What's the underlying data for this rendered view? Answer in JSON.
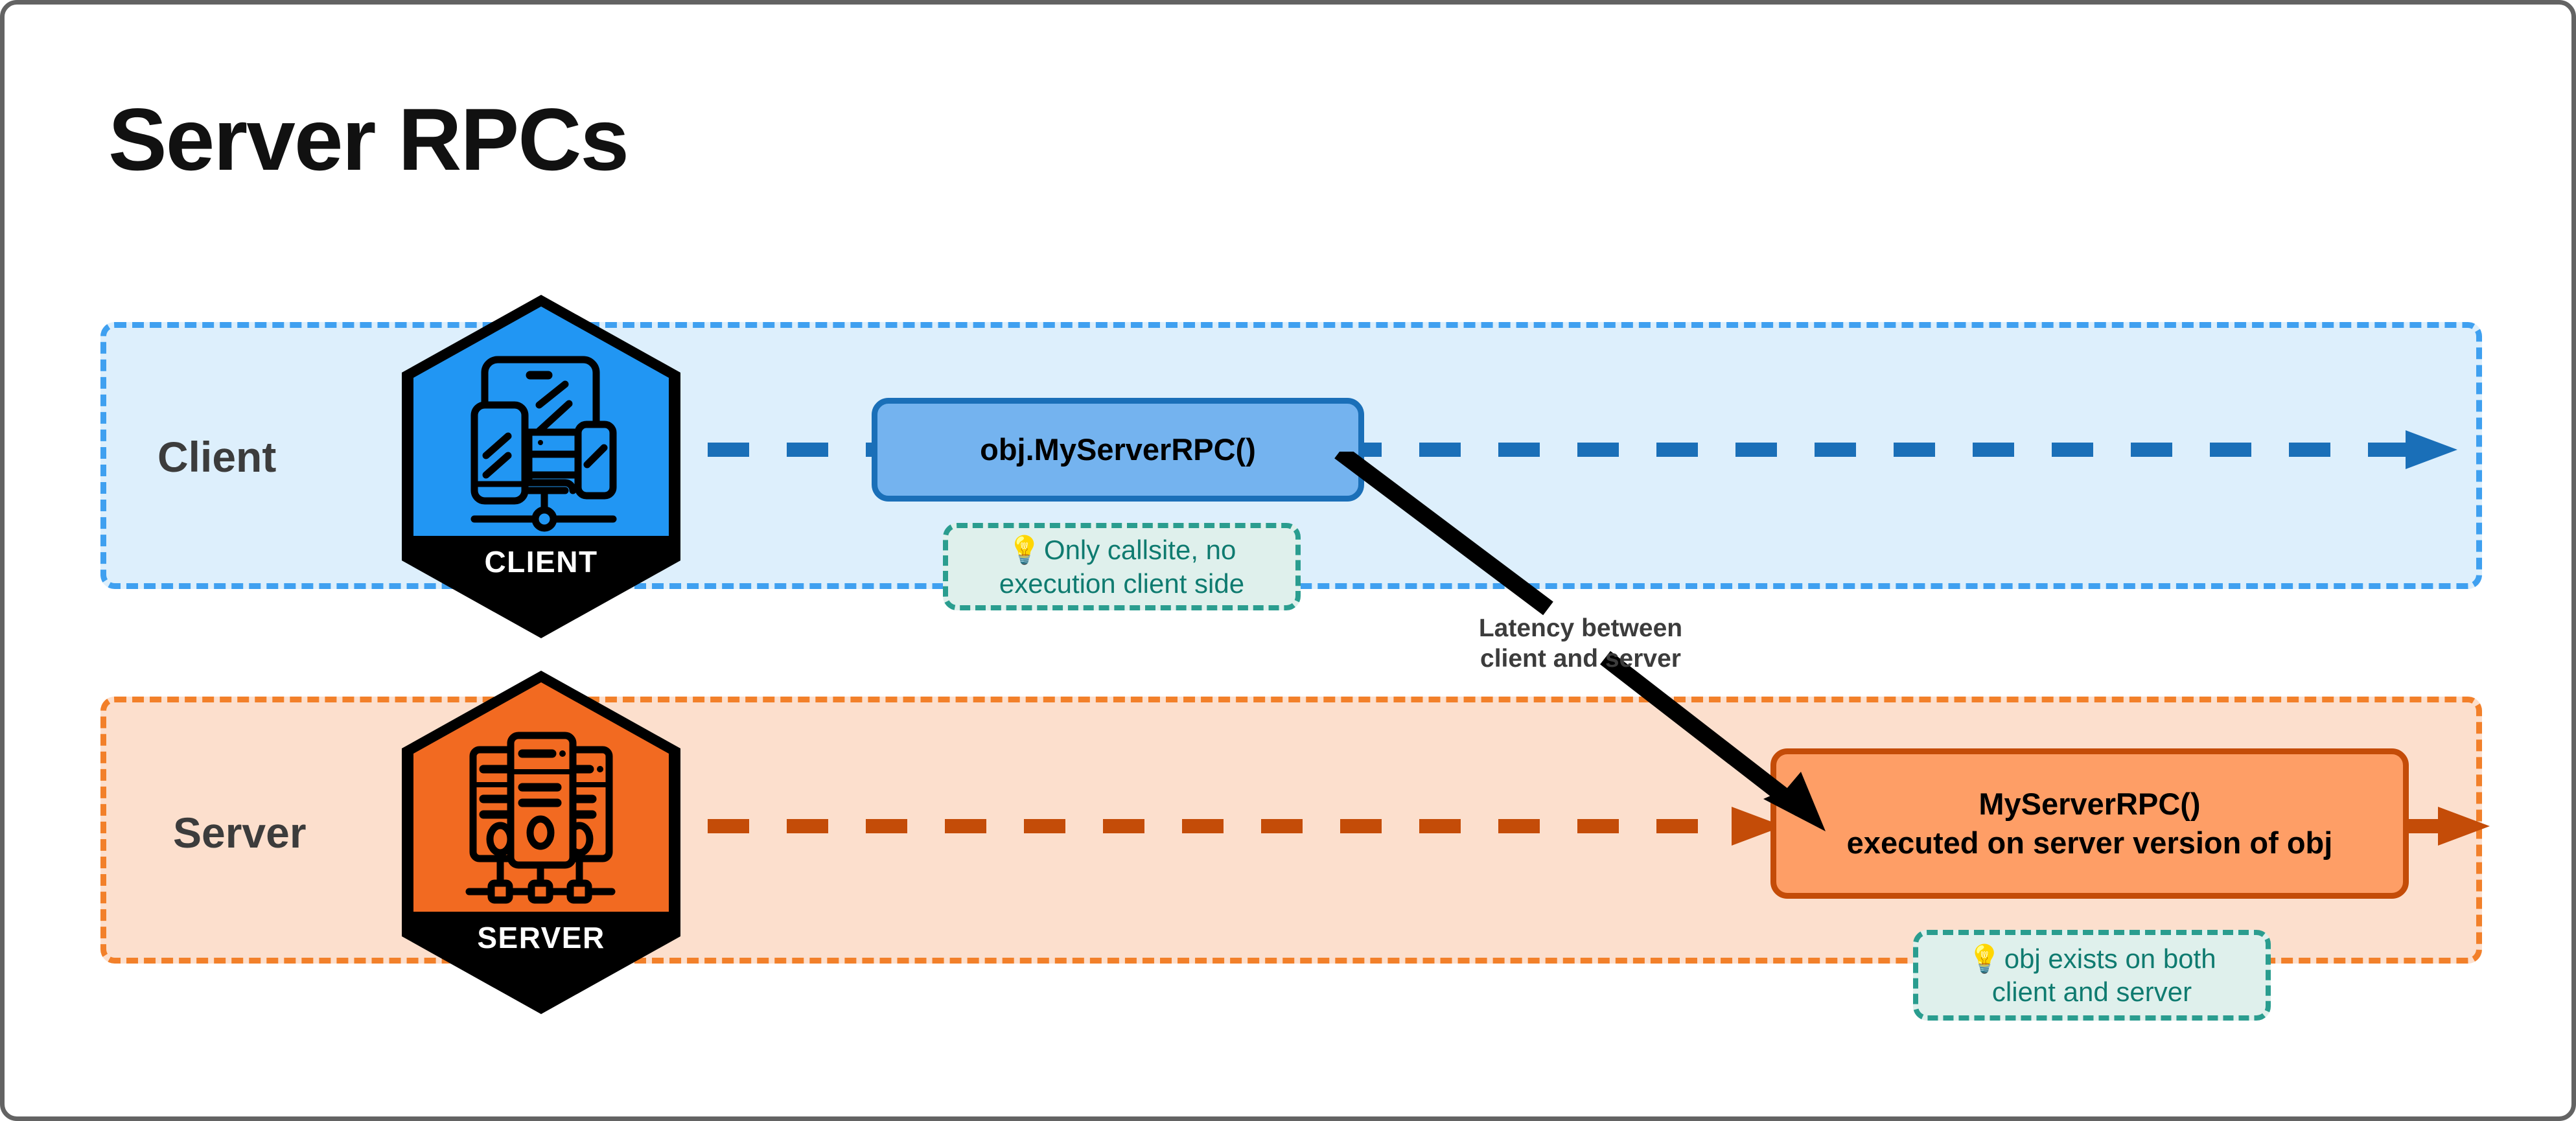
{
  "page": {
    "title": "Server RPCs",
    "border_color": "#636363"
  },
  "lanes": [
    {
      "key": "client",
      "label": "Client",
      "fill": "#ddeffc",
      "stroke": "#3fa0f0",
      "badge": {
        "caption": "CLIENT",
        "icon": "devices-icon",
        "accent": "#2196f3"
      },
      "flow_arrow": {
        "icon": "dashed-arrow-right-icon",
        "color": "#1a6fb8"
      },
      "box": {
        "text": "obj.MyServerRPC()",
        "fill": "#74b3ef",
        "stroke": "#1a6fb8"
      },
      "note": {
        "icon": "lightbulb-icon",
        "bulb": "💡",
        "line1": "Only callsite, no",
        "line2": "execution client side",
        "fill": "#dff0ec",
        "stroke": "#2a9d8f",
        "text_color": "#0f7b70"
      }
    },
    {
      "key": "server",
      "label": "Server",
      "fill": "#fcdfcd",
      "stroke": "#f2802a",
      "badge": {
        "caption": "SERVER",
        "icon": "server-racks-icon",
        "accent": "#f26a21"
      },
      "flow_arrow": {
        "icon": "dashed-arrow-right-icon",
        "color": "#c44c08"
      },
      "box": {
        "line1": "MyServerRPC()",
        "line2": "executed on server version of obj",
        "fill": "#fe9e66",
        "stroke": "#c44c08"
      },
      "note": {
        "icon": "lightbulb-icon",
        "bulb": "💡",
        "line1": "obj exists on both",
        "line2": "client and server",
        "fill": "#dff0ec",
        "stroke": "#2a9d8f",
        "text_color": "#0f7b70"
      }
    }
  ],
  "latency": {
    "icon": "diagonal-arrow-icon",
    "line1": "Latency between",
    "line2": "client and server",
    "color": "#000000",
    "text_color": "#3c3c3c"
  }
}
